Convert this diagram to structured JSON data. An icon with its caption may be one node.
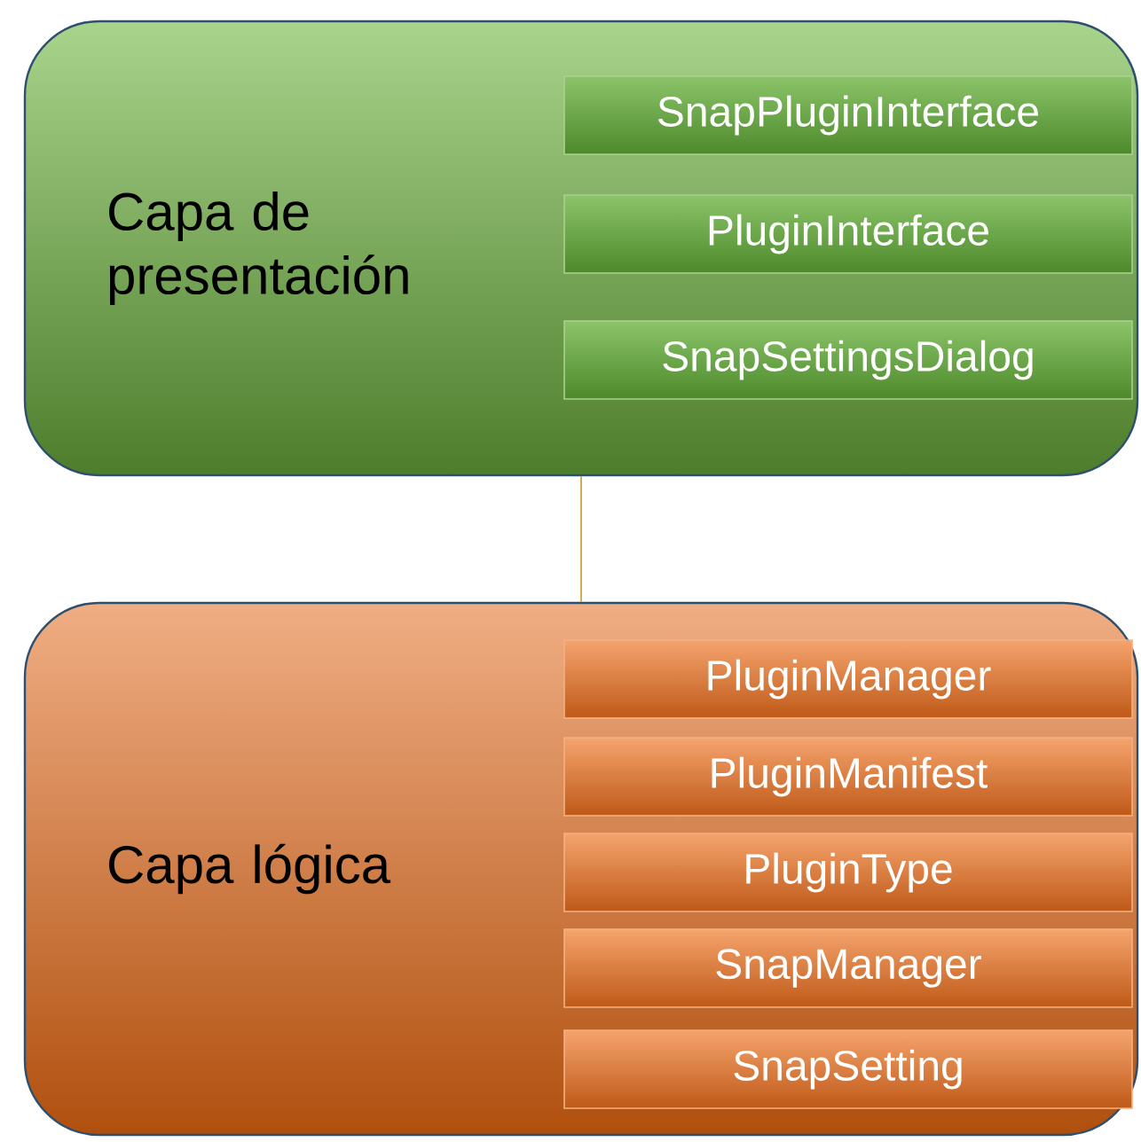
{
  "diagram": {
    "nodes": [
      {
        "text": [
          "Capa de presentación"
        ]
      },
      {
        "text": [
          "SnapPluginInterface"
        ],
        "in": 0
      },
      {
        "text": [
          "PluginInterface"
        ],
        "in": 0
      },
      {
        "text": [
          "SnapSettingsDialog"
        ],
        "in": 0
      },
      {
        "text": [
          "Capa lógica"
        ]
      },
      {
        "text": [
          "PluginManager"
        ],
        "in": 4
      },
      {
        "text": [
          "PluginManifest"
        ],
        "in": 4
      },
      {
        "text": [
          "PluginType"
        ],
        "in": 4
      },
      {
        "text": [
          "SnapManager"
        ],
        "in": 4
      },
      {
        "text": [
          "SnapSetting"
        ],
        "in": 4
      }
    ],
    "edges": [
      {
        "from": 0,
        "to": 4,
        "arrow": "none"
      }
    ]
  }
}
